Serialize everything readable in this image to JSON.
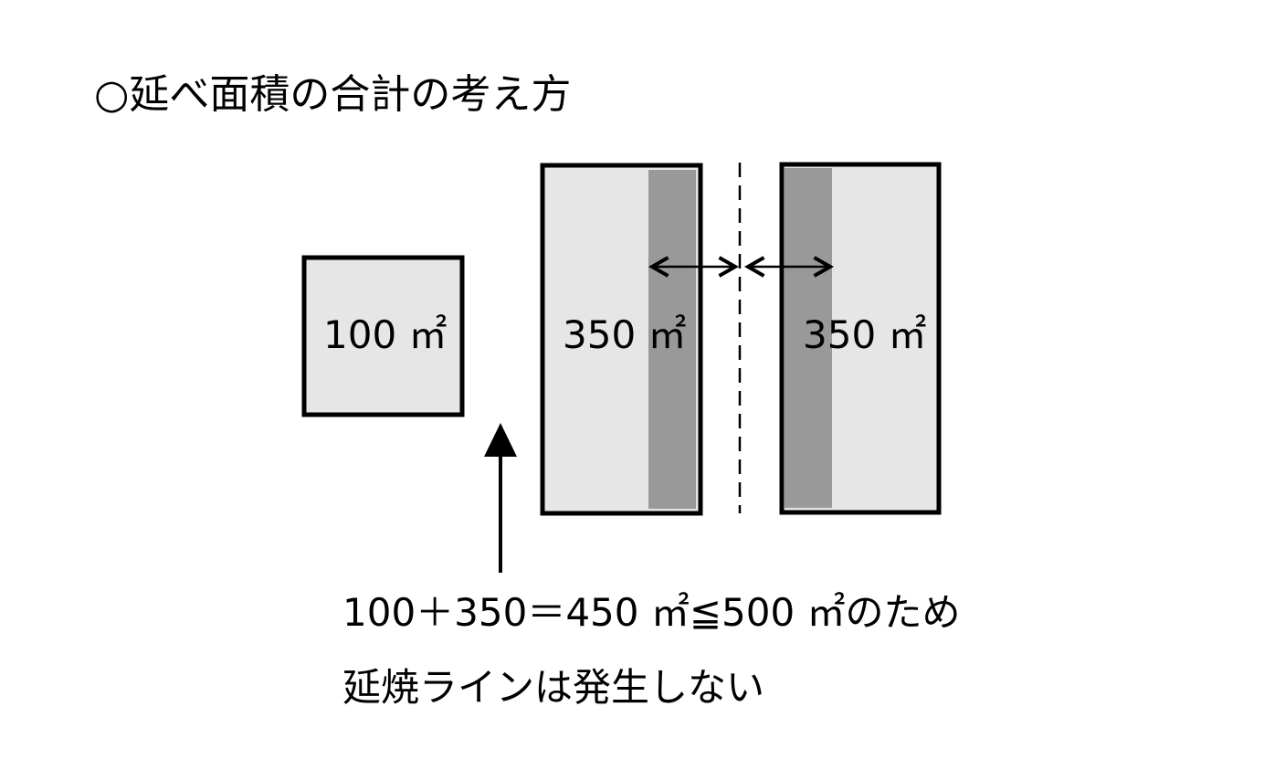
{
  "title": "○延べ面積の合計の考え方",
  "buildings": [
    {
      "area_label": "100 ㎡"
    },
    {
      "area_label": "350 ㎡"
    },
    {
      "area_label": "350 ㎡"
    }
  ],
  "conclusion": {
    "line1": "100＋350＝450 ㎡≦500 ㎡のため",
    "line2": "延焼ラインは発生しない"
  },
  "colors": {
    "fill": "#e6e6e6",
    "strip": "#999999",
    "stroke": "#000000"
  }
}
